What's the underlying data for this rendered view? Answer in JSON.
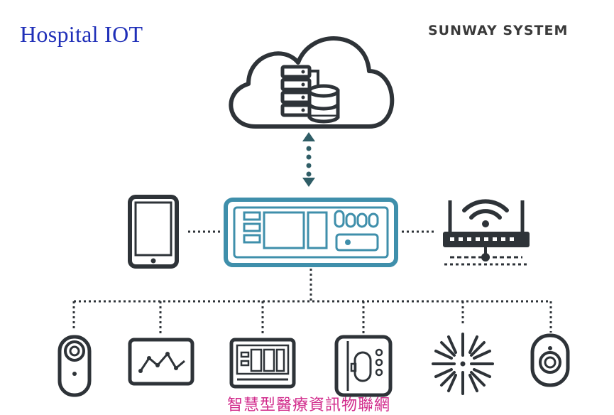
{
  "header": {
    "title": "Hospital IOT",
    "brand": "SUNWAY SYSTEM"
  },
  "caption": "智慧型醫療資訊物聯網",
  "colors": {
    "title": "#1f2fb8",
    "caption": "#d12a8b",
    "icon_dark": "#2e3338",
    "hub_accent": "#3f8fab",
    "arrow": "#2f5d66"
  },
  "diagram": {
    "top": {
      "icon": "cloud-server-database-icon"
    },
    "middle": [
      {
        "icon": "tablet-icon"
      },
      {
        "icon": "gateway-console-icon"
      },
      {
        "icon": "wifi-router-icon"
      }
    ],
    "devices": [
      {
        "icon": "wearable-tag-icon"
      },
      {
        "icon": "vital-signs-monitor-icon"
      },
      {
        "icon": "display-panel-icon"
      },
      {
        "icon": "control-unit-icon"
      },
      {
        "icon": "sensor-starburst-icon"
      },
      {
        "icon": "call-button-icon"
      }
    ]
  }
}
